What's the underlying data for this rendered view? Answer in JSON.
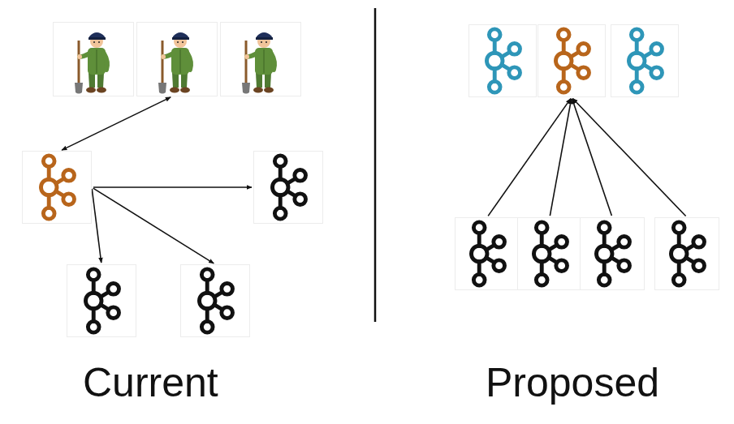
{
  "diagram": {
    "nodes": [
      {
        "text": []
      },
      {
        "text": []
      },
      {
        "text": []
      },
      {
        "text": []
      },
      {
        "text": []
      },
      {
        "text": []
      },
      {
        "text": []
      },
      {
        "text": []
      },
      {
        "text": []
      },
      {
        "text": []
      },
      {
        "text": []
      },
      {
        "text": []
      },
      {
        "text": []
      },
      {
        "text": []
      }
    ],
    "edges": [
      {
        "from": 3,
        "to": 1,
        "arrow": "both"
      },
      {
        "from": 3,
        "to": 4,
        "arrow": "to"
      },
      {
        "from": 3,
        "to": 5,
        "arrow": "to"
      },
      {
        "from": 3,
        "to": 6,
        "arrow": "to"
      },
      {
        "from": 10,
        "to": 8,
        "arrow": "to"
      },
      {
        "from": 11,
        "to": 8,
        "arrow": "to"
      },
      {
        "from": 12,
        "to": 8,
        "arrow": "to"
      },
      {
        "from": 13,
        "to": 8,
        "arrow": "to"
      }
    ],
    "labels": [
      "Current",
      "Proposed"
    ]
  }
}
